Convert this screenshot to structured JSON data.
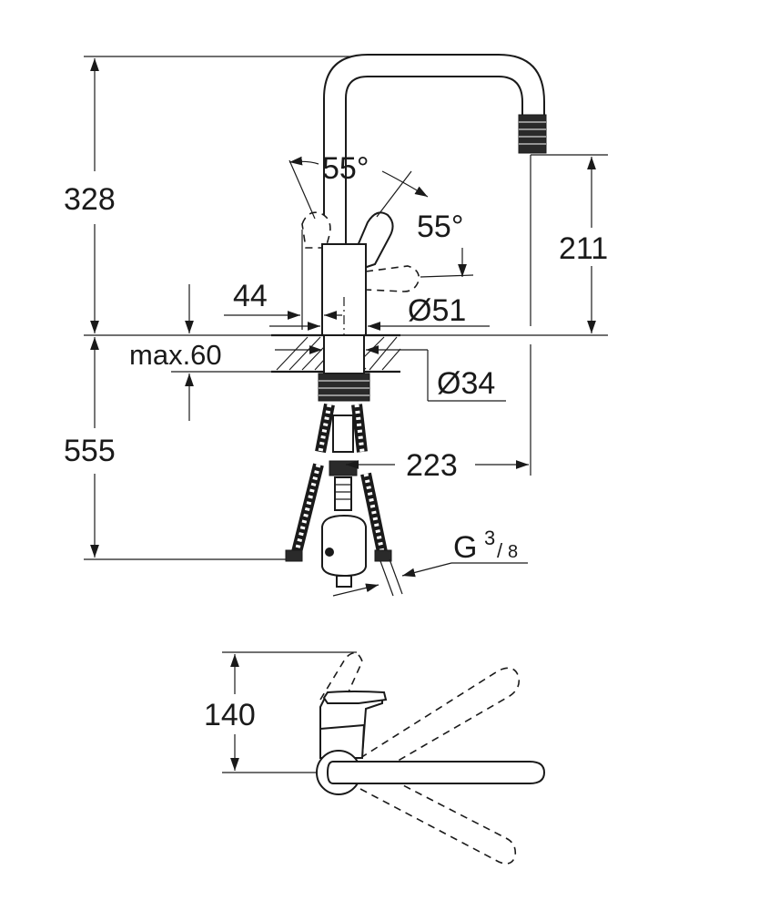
{
  "side_view": {
    "dim_total_height": "328",
    "dim_spout_height": "211",
    "dim_lever_angle_top": "55°",
    "dim_lever_angle_side": "55°",
    "dim_offset": "44",
    "dim_body_diameter": "Ø51",
    "dim_max_thickness": "max.60",
    "dim_hole_diameter": "Ø34",
    "dim_below_deck": "555",
    "dim_reach": "223",
    "dim_thread_main": "G",
    "dim_thread_num": "3",
    "dim_thread_den": "8"
  },
  "top_view": {
    "dim_depth": "140"
  }
}
